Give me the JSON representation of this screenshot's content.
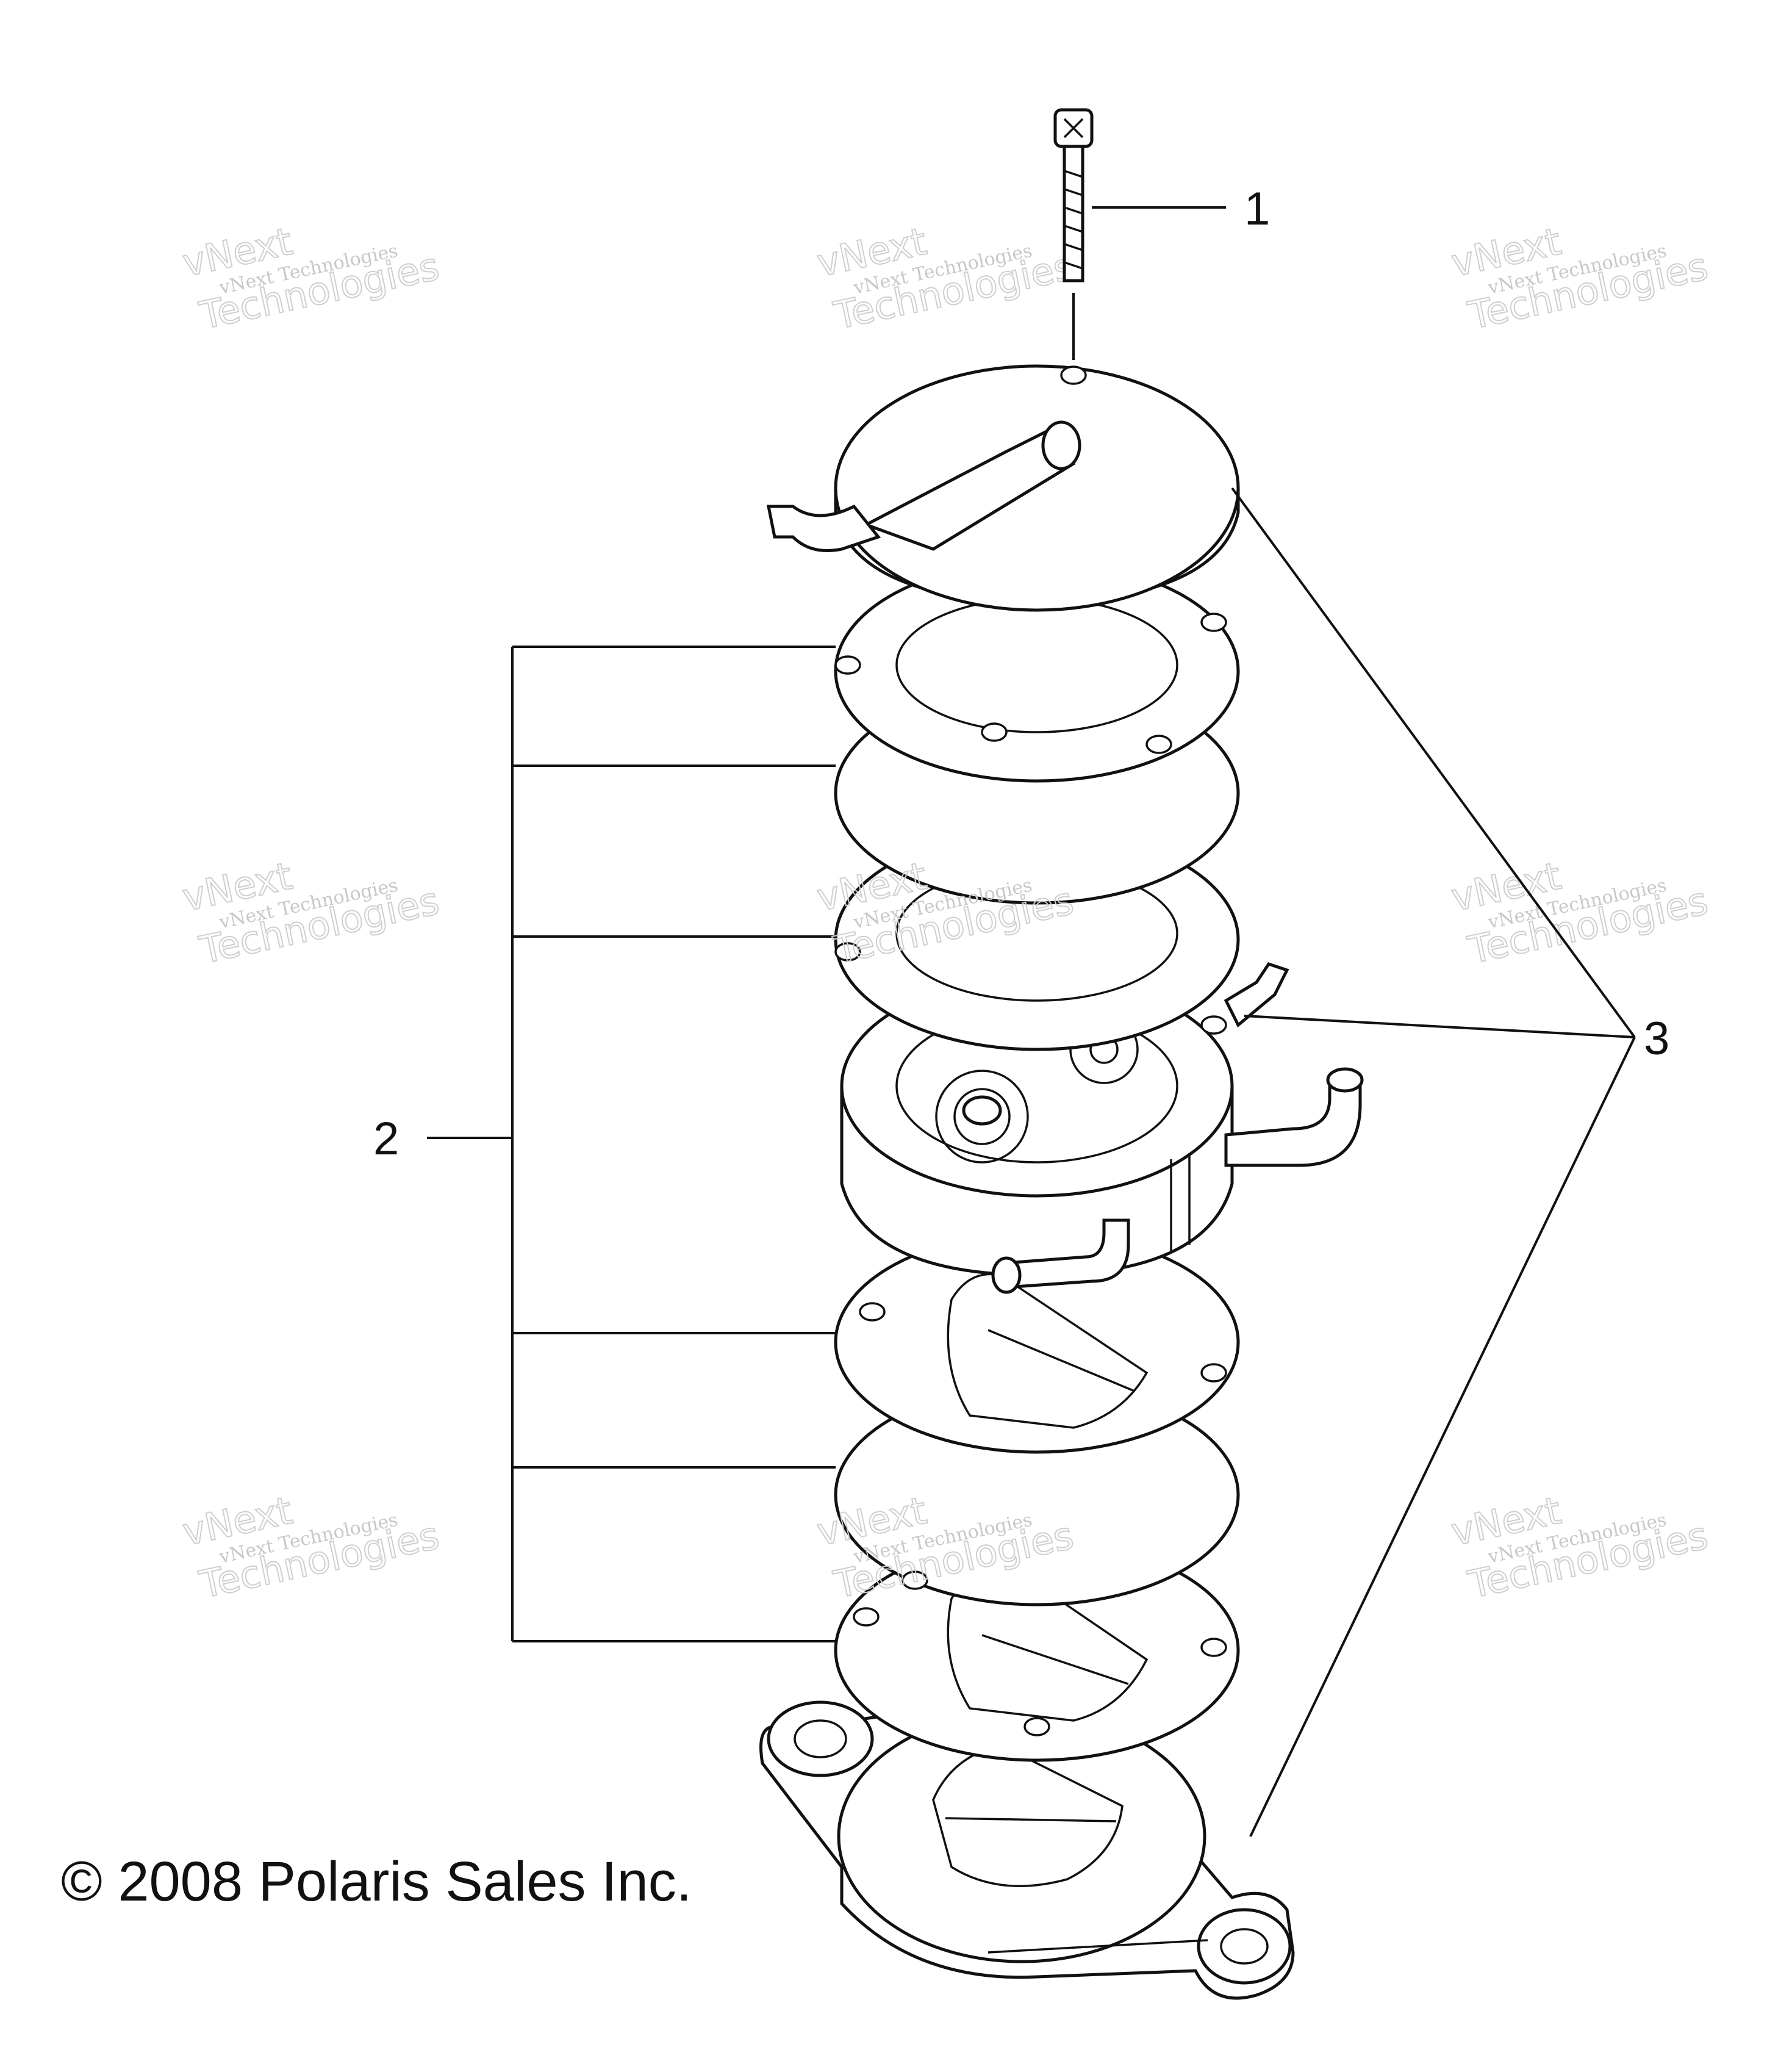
{
  "callouts": {
    "c1": "1",
    "c2": "2",
    "c3": "3"
  },
  "copyright": "© 2008 Polaris Sales Inc.",
  "watermark": {
    "line_a": "vNext Technologies",
    "line_b": "vNext",
    "line_c": "Technologies"
  }
}
